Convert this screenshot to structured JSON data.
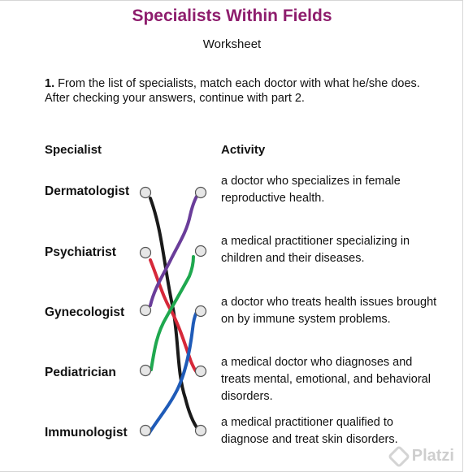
{
  "page": {
    "title": "Specialists Within Fields",
    "subtitle": "Worksheet"
  },
  "instructions": {
    "number": "1.",
    "text": "From the list of specialists, match each doctor with what he/she does. After checking your answers, continue with part 2."
  },
  "columns": {
    "specialist_header": "Specialist",
    "activity_header": "Activity"
  },
  "specialists": [
    "Dermatologist",
    "Psychiatrist",
    "Gynecologist",
    "Pediatrician",
    "Immunologist"
  ],
  "activities": [
    "a doctor who specializes in female reproductive health.",
    "a medical practitioner specializing in children and their diseases.",
    "a doctor who treats health issues brought on by immune system problems.",
    "a medical doctor who diagnoses and treats mental, emotional, and behavioral disorders.",
    "a medical practitioner qualified to diagnose and treat skin disorders."
  ],
  "matches": [
    {
      "specialist": "Dermatologist",
      "activity_index": 4,
      "color": "#1a1a1a"
    },
    {
      "specialist": "Psychiatrist",
      "activity_index": 3,
      "color": "#d62839"
    },
    {
      "specialist": "Gynecologist",
      "activity_index": 0,
      "color": "#6a3d9a"
    },
    {
      "specialist": "Pediatrician",
      "activity_index": 1,
      "color": "#1fa84f"
    },
    {
      "specialist": "Immunologist",
      "activity_index": 2,
      "color": "#1f5bb8"
    }
  ],
  "watermark": {
    "text": "Platzi",
    "icon": "platzi-logo-icon"
  }
}
